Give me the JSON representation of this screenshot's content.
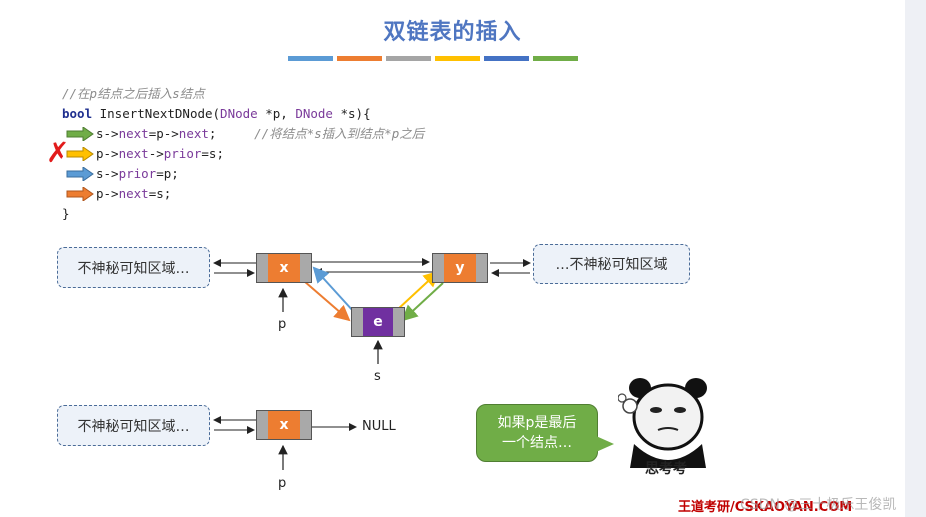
{
  "title": "双链表的插入",
  "title_bar_colors": [
    "#5b9bd5",
    "#ed7d31",
    "#a5a5a5",
    "#ffc000",
    "#4472c4",
    "#70ad47"
  ],
  "code": {
    "comment_top": "//在p结点之后插入s结点",
    "signature": {
      "kw": "bool",
      "fn": " InsertNextDNode(",
      "type1": "DNode",
      "param1": " *p, ",
      "type2": "DNode",
      "param2": " *s){"
    },
    "line1": {
      "a": "s->",
      "b": "next",
      "c": "=p->",
      "d": "next",
      "e": ";",
      "comment": "//将结点*s插入到结点*p之后"
    },
    "line2": {
      "a": "p->",
      "b": "next",
      "c": "->",
      "d": "prior",
      "e": "=s;"
    },
    "line3": {
      "a": "s->",
      "b": "prior",
      "c": "=p;"
    },
    "line4": {
      "a": "p->",
      "b": "next",
      "c": "=s;"
    },
    "close": "}",
    "arrow_colors": [
      "#70ad47",
      "#ffc000",
      "#5b9bd5",
      "#ed7d31"
    ],
    "error_mark": "✗"
  },
  "diagram1": {
    "fog_left": "不神秘可知区域…",
    "fog_right": "…不神秘可知区域",
    "node_x": "x",
    "node_y": "y",
    "node_e": "e",
    "label_p": "p",
    "label_s": "s"
  },
  "diagram2": {
    "fog_left": "不神秘可知区域…",
    "node_x": "x",
    "null_label": "NULL",
    "label_p": "p"
  },
  "bubble": {
    "line1": "如果p是最后",
    "line2": "一个结点…"
  },
  "mascot_caption": "思考考",
  "footer": "王道考研/CSKAOYAN.COM",
  "footer_overlay": "CSDN @三十极乐王俊凯"
}
